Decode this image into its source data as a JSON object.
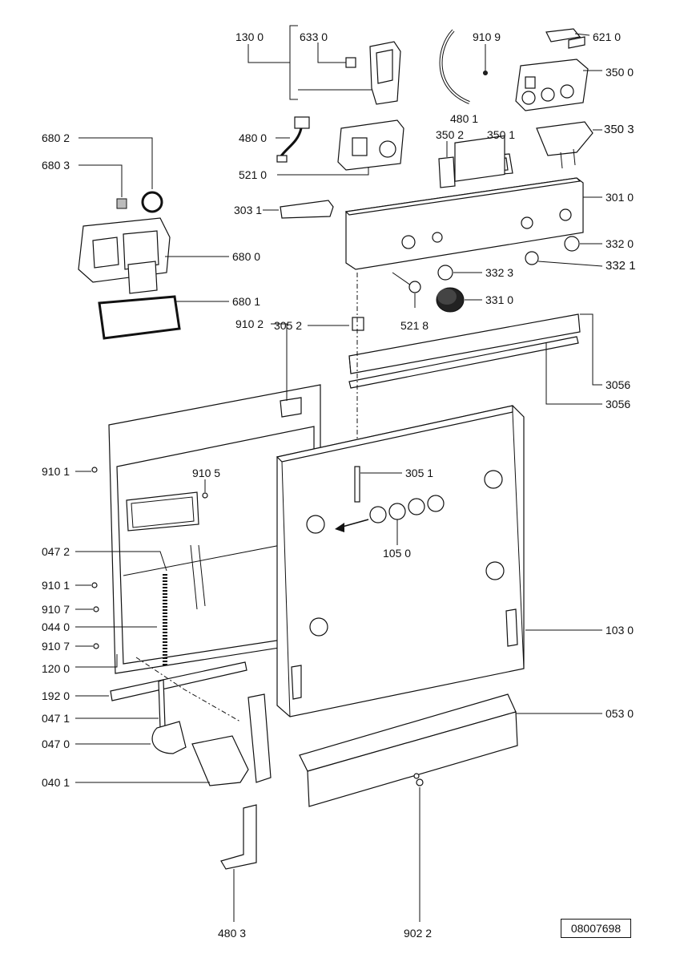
{
  "labels": {
    "l1300": "130 0",
    "l6330": "633 0",
    "l9109": "910 9",
    "l6210": "621 0",
    "l3500": "350 0",
    "l4801": "480 1",
    "l6802": "680 2",
    "l4800": "480 0",
    "l3502": "350 2",
    "l3501": "350 1",
    "l3503": "350 3",
    "l6803": "680 3",
    "l5210": "521 0",
    "l3031": "303 1",
    "l3010": "301 0",
    "l3320": "332 0",
    "l6800": "680 0",
    "l3321": "332 1",
    "l3323": "332 3",
    "l6801": "680 1",
    "l3310": "331 0",
    "l9102": "910 2",
    "l3052": "305 2",
    "l5218": "521 8",
    "l3056a": "3056",
    "l3056b": "3056",
    "l9101a": "910 1",
    "l9105": "910 5",
    "l3051": "305 1",
    "l0472": "047 2",
    "l1050": "105 0",
    "l9101b": "910 1",
    "l9107a": "910 7",
    "l0440": "044 0",
    "l1030": "103 0",
    "l9107b": "910 7",
    "l1200": "120 0",
    "l1920": "192 0",
    "l0530": "053 0",
    "l0471": "047 1",
    "l0470": "047 0",
    "l0401": "040 1",
    "l4803": "480 3",
    "l9022": "902 2"
  },
  "document_number": "08007698"
}
